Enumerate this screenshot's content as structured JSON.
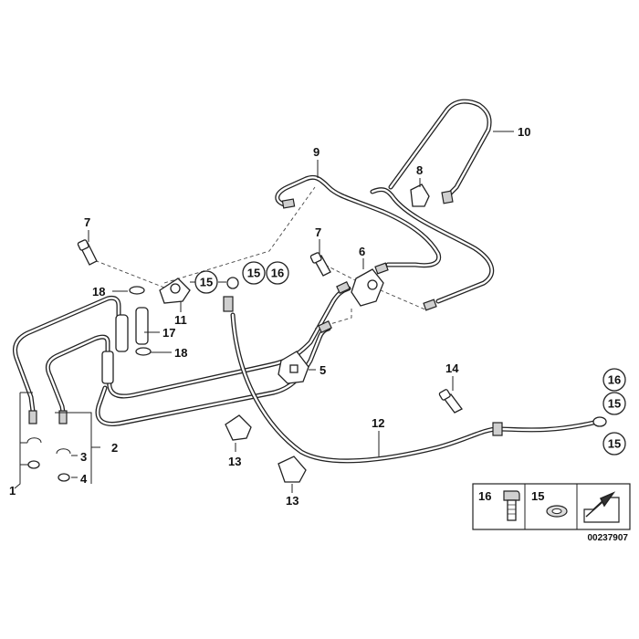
{
  "labels": {
    "l1": "1",
    "l2": "2",
    "l3": "3",
    "l4": "4",
    "l5": "5",
    "l6": "6",
    "l7a": "7",
    "l7b": "7",
    "l8": "8",
    "l9": "9",
    "l10": "10",
    "l11": "11",
    "l12": "12",
    "l13a": "13",
    "l13b": "13",
    "l14": "14",
    "l17": "17",
    "l18a": "18",
    "l18b": "18"
  },
  "circled": {
    "c15a": "15",
    "c15b": "15",
    "c16a": "16",
    "c16b": "16",
    "c15c": "15",
    "c15d": "15"
  },
  "legend": {
    "part16": "16",
    "part15": "15"
  },
  "reference": "00237907"
}
